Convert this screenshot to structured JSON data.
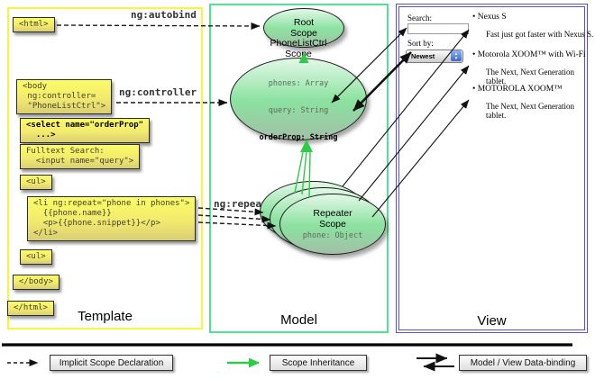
{
  "panels": {
    "template": {
      "label": "Template"
    },
    "model": {
      "label": "Model"
    },
    "view": {
      "label": "View"
    }
  },
  "edge_labels": {
    "autobind": "ng:autobind",
    "controller": "ng:controller",
    "repeat": "ng:repeat"
  },
  "template_code": {
    "html_open": "<html>",
    "body_open": "<body\n ng:controller=\n \"PhoneListCtrl\">",
    "select_tag": "<select name=\"orderProp\"\n  ...>",
    "fulltext": "Fulltext Search:\n  <input name=\"query\">",
    "ul_open": "<ul>",
    "li_repeat": "<li ng:repeat=\"phone in phones\">\n  {{phone.name}}\n  <p>{{phone.snippet}}</p>\n</li>",
    "ul_close": "<ul>",
    "body_close": "</body>",
    "html_close": "</html>"
  },
  "model": {
    "root_scope_title": "Root\nScope",
    "phonelist_title": "PhoneListCtrl\nScope",
    "phonelist_props": [
      "phones: Array",
      "query: String",
      "orderProp: String"
    ],
    "repeater_title": "Repeater\nScope",
    "repeater_prop": "phone: Object"
  },
  "view": {
    "search_label": "Search:",
    "sort_label": "Sort by:",
    "sort_value": "Newest",
    "items": [
      {
        "title": "Nexus S",
        "desc": "Fast just got faster with Nexus S."
      },
      {
        "title": "Motorola XOOM™  with Wi-Fi",
        "desc": "The Next, Next Generation tablet."
      },
      {
        "title": "MOTOROLA XOOM™",
        "desc": "The Next, Next Generation tablet."
      }
    ]
  },
  "legend": {
    "implicit": "Implicit Scope Declaration",
    "inheritance": "Scope Inheritance",
    "databinding": "Model / View Data-binding"
  },
  "colors": {
    "template_border": "#f6f63a",
    "model_border": "#52e093",
    "view_border": "#5a50c8",
    "code_fill": "#f2ea6e",
    "scope_fill": "#8be2a0",
    "inheritance_green": "#2ccc44"
  }
}
